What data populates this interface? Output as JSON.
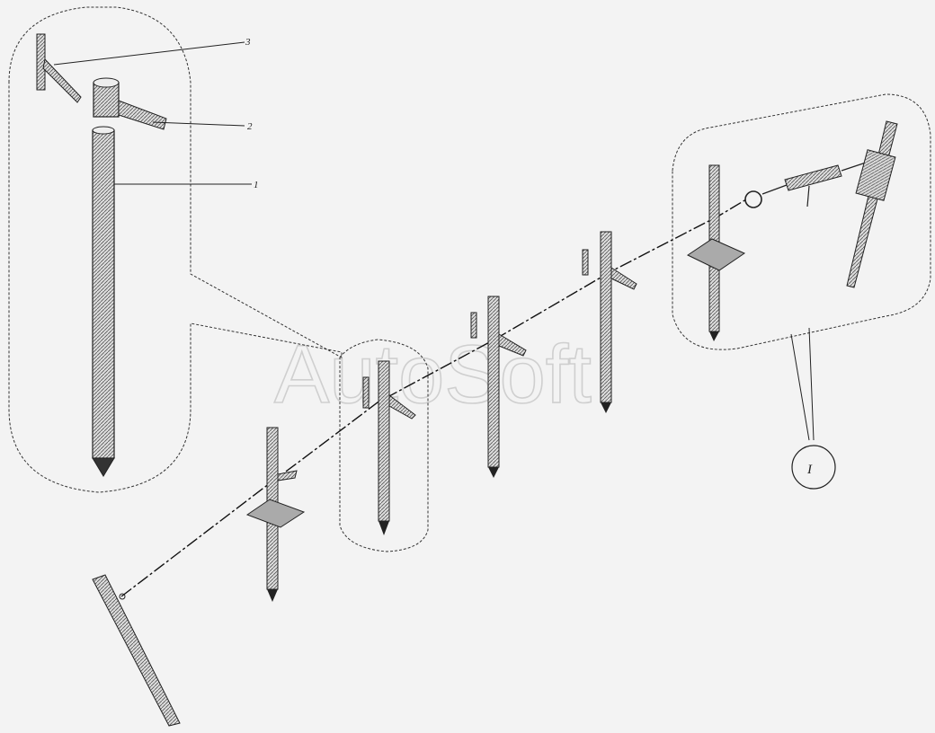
{
  "callouts": {
    "part_1": "1",
    "part_2": "2",
    "part_3": "3",
    "detail_ref": "I"
  },
  "watermark": "AutoSoft",
  "colors": {
    "background": "#f3f3f3",
    "ink": "#1a1a1a",
    "watermark": "#cfcfcf"
  }
}
